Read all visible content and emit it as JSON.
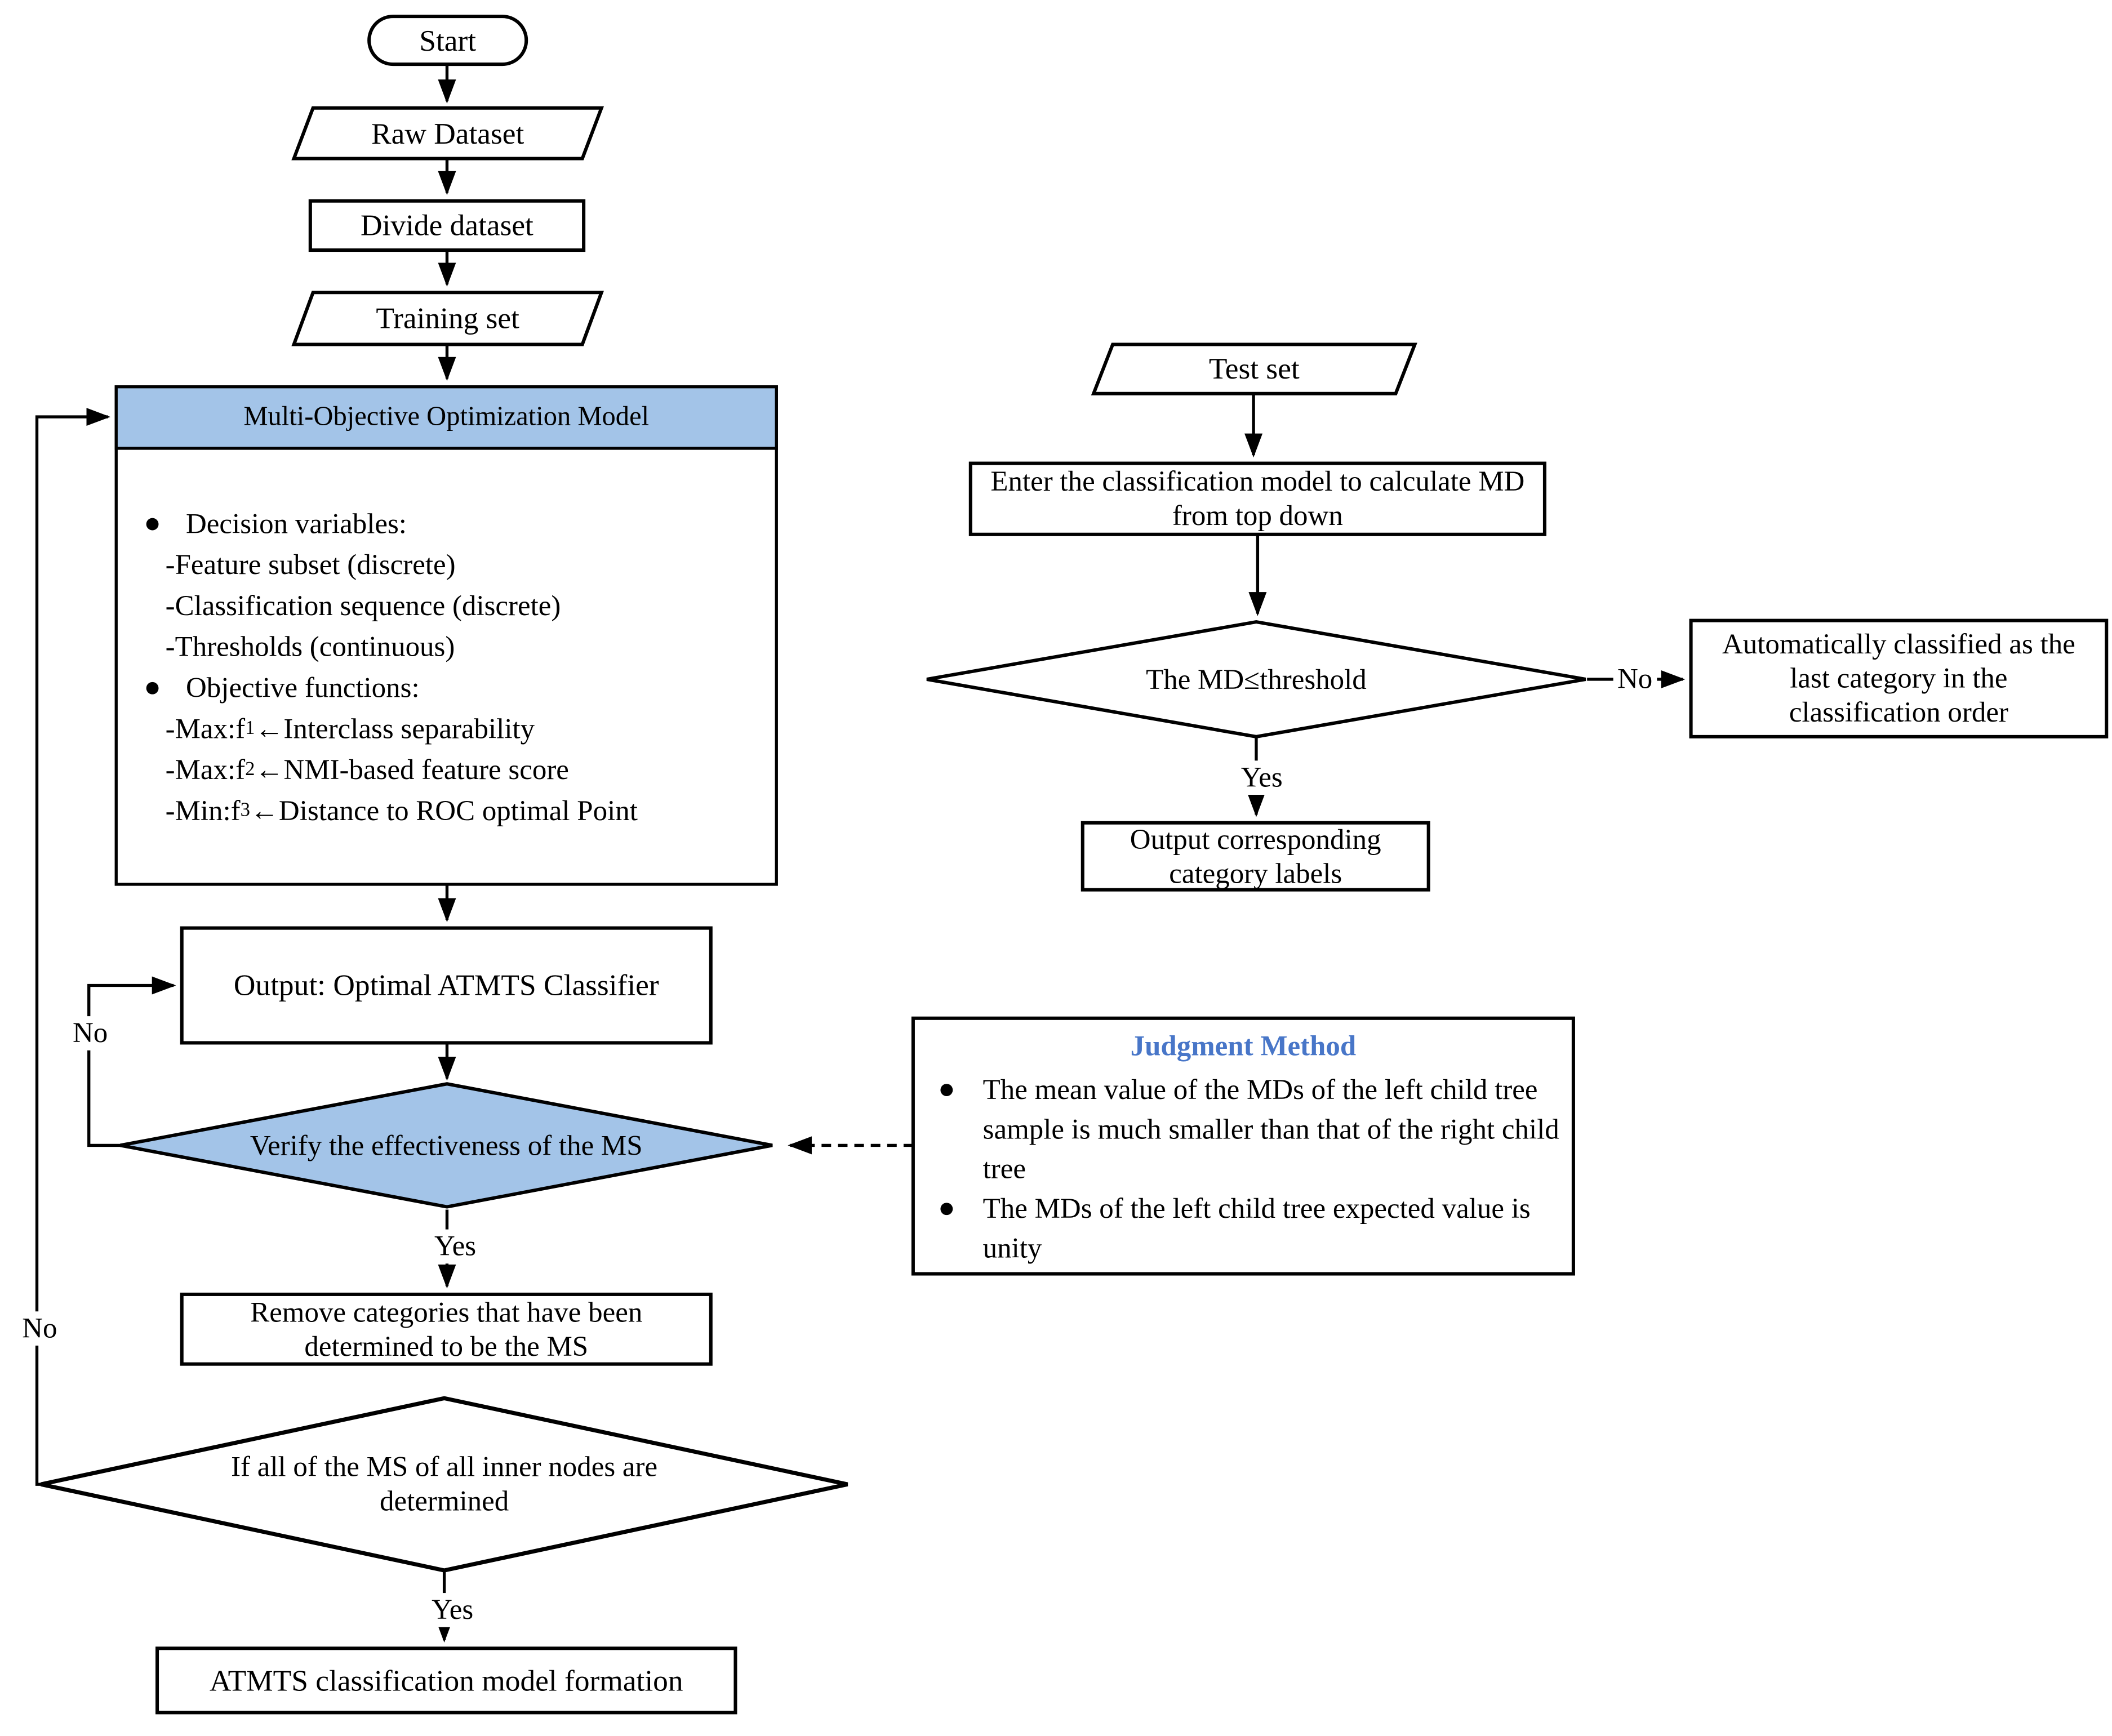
{
  "colors": {
    "node_fill_blue": "#A3C4E8",
    "judgment_title_blue": "#4876C8",
    "line_black": "#000000"
  },
  "nodes": {
    "start": {
      "label": "Start"
    },
    "raw_dataset": {
      "label": "Raw Dataset"
    },
    "divide_dataset": {
      "label": "Divide dataset"
    },
    "training_set": {
      "label": "Training set"
    },
    "moo": {
      "title": "Multi-Objective Optimization Model",
      "decision": {
        "bullet": "Decision variables:",
        "items": [
          "-Feature subset (discrete)",
          "-Classification sequence (discrete)",
          "-Thresholds (continuous)"
        ]
      },
      "objective": {
        "bullet": "Objective functions:",
        "items": [
          {
            "pre": "-Max:f",
            "sub": "1",
            "post": "←Interclass separability"
          },
          {
            "pre": "-Max:f",
            "sub": "2",
            "post": "←NMI-based feature score"
          },
          {
            "pre": "-Min:f",
            "sub": "3",
            "post": "←Distance to ROC optimal Point"
          }
        ]
      }
    },
    "output_classifier": {
      "label": "Output: Optimal ATMTS Classifier"
    },
    "verify_ms": {
      "label": "Verify the effectiveness of the MS"
    },
    "remove_categories": {
      "label": "Remove categories that have been determined to be the MS"
    },
    "all_ms_determined": {
      "label": "If all of the MS of all inner nodes are determined"
    },
    "model_formation": {
      "label": "ATMTS classification model formation"
    },
    "test_set": {
      "label": "Test set"
    },
    "enter_model": {
      "label": "Enter the classification model to calculate MD from top down"
    },
    "md_threshold": {
      "label": "The MD≤threshold"
    },
    "auto_classified": {
      "label": "Automatically classified as the last category in the classification order"
    },
    "output_labels": {
      "label": "Output corresponding category labels"
    },
    "judgment": {
      "title": "Judgment Method",
      "items": [
        "The mean value of the MDs of the left child tree sample is much smaller than that of the right child tree",
        "The MDs of the left child tree expected value is unity"
      ]
    }
  },
  "edge_labels": {
    "verify_yes": "Yes",
    "verify_no": "No",
    "all_yes": "Yes",
    "all_no": "No",
    "md_yes": "Yes",
    "md_no": "No"
  }
}
